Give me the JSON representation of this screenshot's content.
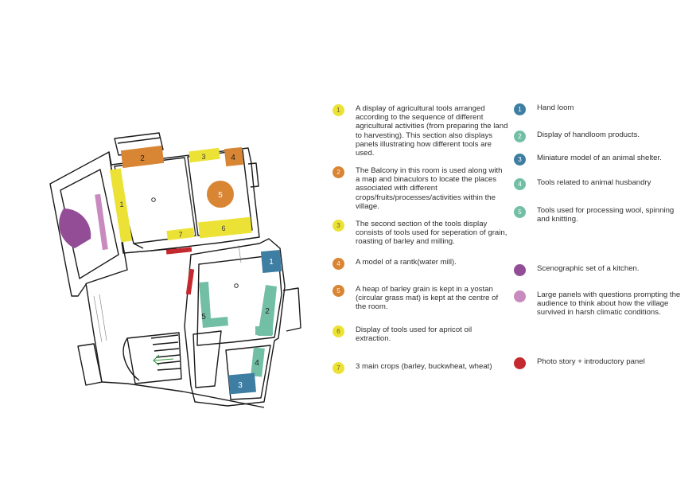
{
  "colors": {
    "yellow": "#ece236",
    "orange": "#d88534",
    "blue": "#3e7ea2",
    "teal": "#72bfa6",
    "purple": "#934d96",
    "pink": "#c98bbf",
    "red": "#c4292f",
    "wall": "#1a1a1a",
    "stair": "#2f9a3a"
  },
  "plan_labels": {
    "y1": "1",
    "o2": "2",
    "y3": "3",
    "o4": "4",
    "o5": "5",
    "y6": "6",
    "y7": "7",
    "b1": "1",
    "t2": "2",
    "b3": "3",
    "t4": "4",
    "t5": "5"
  },
  "legend_left": [
    {
      "num": "1",
      "color": "yellow",
      "text": "A display of agricultural tools arranged according to the sequence of different agricultural activities (from preparing the land to harvesting). This section also displays panels illustrating how different tools are used."
    },
    {
      "num": "2",
      "color": "orange",
      "text": "The Balcony in this room is used along with a map and binaculors to locate the places associated with different crops/fruits/processes/activities within the village."
    },
    {
      "num": "3",
      "color": "yellow",
      "text": "The second section of the tools display consists of tools used for seperation of grain, roasting of barley and milling."
    },
    {
      "num": "4",
      "color": "orange",
      "text": "A model of a rantk(water mill)."
    },
    {
      "num": "5",
      "color": "orange",
      "text": "A heap of barley grain is kept in a yostan (circular grass mat) is kept at the centre of the room."
    },
    {
      "num": "6",
      "color": "yellow",
      "text": "Display of tools used for apricot oil extraction."
    },
    {
      "num": "7",
      "color": "yellow",
      "text": "3 main crops (barley, buckwheat, wheat)"
    }
  ],
  "legend_right": [
    {
      "num": "1",
      "color": "blue",
      "text": "Hand loom"
    },
    {
      "num": "2",
      "color": "teal",
      "text": "Display of handloom products."
    },
    {
      "num": "3",
      "color": "blue",
      "text": "Miniature model of an animal shelter."
    },
    {
      "num": "4",
      "color": "teal",
      "text": "Tools related to animal husbandry"
    },
    {
      "num": "5",
      "color": "teal",
      "text": "Tools used for processing wool, spinning and knitting."
    },
    {
      "num": "",
      "color": "purple",
      "text": "Scenographic set of a kitchen."
    },
    {
      "num": "",
      "color": "pink",
      "text": "Large panels with questions prompting the audience to think about how the village survived in harsh climatic conditions."
    },
    {
      "num": "",
      "color": "red",
      "text": "Photo story + introductory panel"
    }
  ]
}
